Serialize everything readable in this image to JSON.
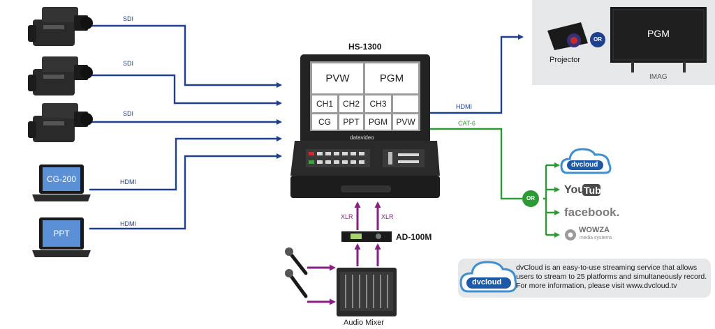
{
  "switcher": {
    "model": "HS-1300",
    "brand": "datavideo"
  },
  "monitor_grid": {
    "pvw": "PVW",
    "pgm": "PGM",
    "row2": [
      "CH1",
      "CH2",
      "CH3"
    ],
    "row3": [
      "CG",
      "PPT",
      "PGM",
      "PVW"
    ]
  },
  "sources": {
    "camera_signal": "SDI",
    "laptop1": {
      "screen": "CG-200",
      "signal": "HDMI"
    },
    "laptop2": {
      "screen": "PPT",
      "signal": "HDMI"
    }
  },
  "outputs": {
    "hdmi_label": "HDMI",
    "cat6_label": "CAT-6",
    "or_label": "OR",
    "projector_label": "Projector",
    "pgm_screen": "PGM",
    "imag_label": "IMAG"
  },
  "streaming": {
    "dvcloud": "dvcloud",
    "youtube_you": "You",
    "youtube_tube": "Tube",
    "facebook": "facebook.",
    "wowza": "WOWZA",
    "wowza_sub": "media systems"
  },
  "audio": {
    "xlr_left": "XLR",
    "xlr_right": "XLR",
    "ad_model": "AD-100M",
    "mixer_label": "Audio Mixer"
  },
  "note": {
    "logo": "dvcloud",
    "text": "dvCloud is an easy-to-use streaming service that allows users to stream to 25 platforms and simultaneously record. For more information, please visit www.dvcloud.tv"
  },
  "colors": {
    "video": "#1f3f8f",
    "network": "#2e9a35",
    "audio": "#8a1e86"
  }
}
